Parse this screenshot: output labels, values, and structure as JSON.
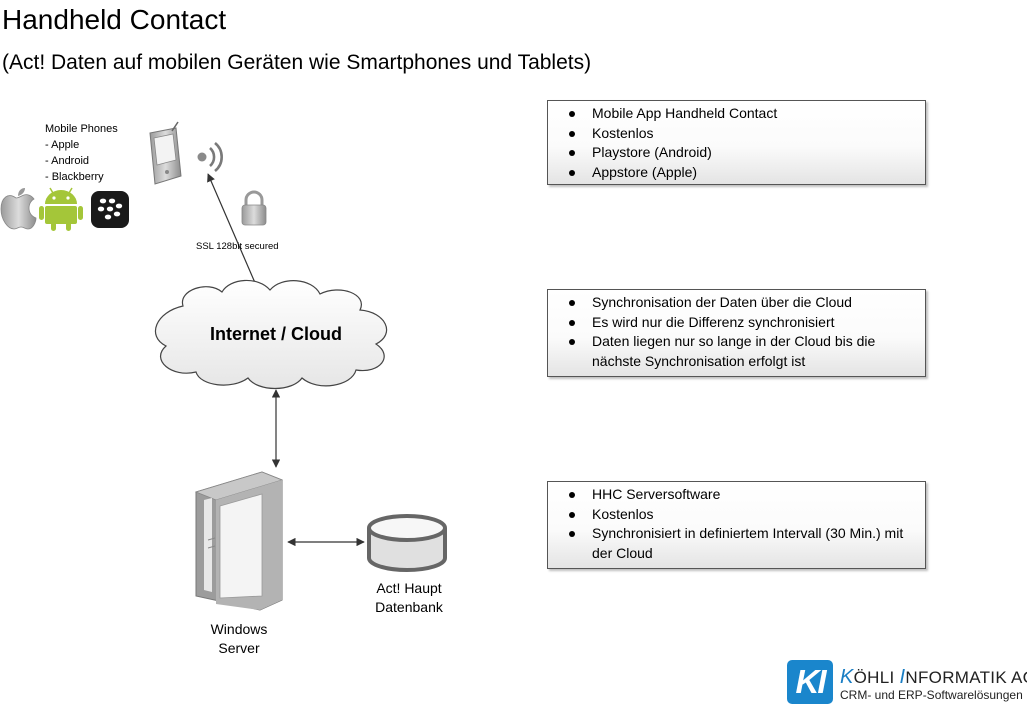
{
  "title": "Handheld Contact",
  "subtitle": "(Act! Daten auf mobilen Geräten wie Smartphones und Tablets)",
  "phones": {
    "heading": "Mobile Phones",
    "items": [
      "- Apple",
      "- Android",
      "- Blackberry"
    ]
  },
  "ssl_label": "SSL 128bit secured",
  "cloud_label": "Internet / Cloud",
  "server_label_line1": "Windows",
  "server_label_line2": "Server",
  "db_label_line1": "Act! Haupt",
  "db_label_line2": "Datenbank",
  "boxes": [
    {
      "items": [
        "Mobile App Handheld Contact",
        "Kostenlos",
        "Playstore (Android)",
        "Appstore (Apple)"
      ]
    },
    {
      "items": [
        "Synchronisation der Daten über die Cloud",
        "Es wird nur die Differenz synchronisiert",
        "Daten liegen nur so lange in der Cloud bis die nächste Synchronisation erfolgt ist"
      ]
    },
    {
      "items": [
        "HHC Serversoftware",
        "Kostenlos",
        "Synchronisiert in definiertem Intervall (30 Min.) mit der Cloud"
      ]
    }
  ],
  "logo": {
    "mark": "KI",
    "k_letter": "K",
    "name_part1": "ÖHLI ",
    "i_letter": "I",
    "name_part2": "NFORMATIK AG",
    "tagline": "CRM- und ERP-Softwarelösungen"
  },
  "icons": [
    "apple-icon",
    "android-icon",
    "blackberry-icon",
    "pda-phone-icon",
    "wireless-signal-icon",
    "padlock-icon",
    "cloud-icon",
    "server-tower-icon",
    "database-icon"
  ],
  "colors": {
    "logo_blue": "#1a86cc",
    "android_green": "#a4c639"
  }
}
